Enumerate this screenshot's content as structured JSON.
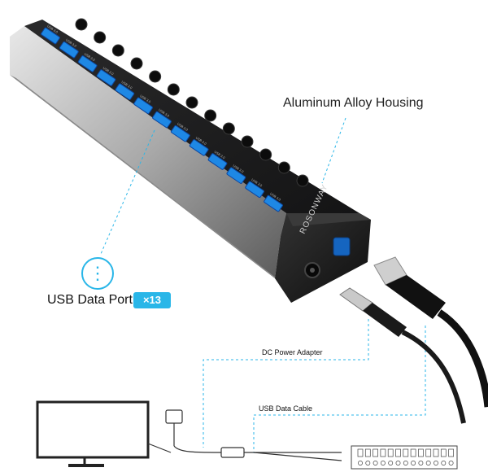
{
  "callouts": {
    "housing": "Aluminum Alloy Housing",
    "ports": "USB Data Port",
    "ports_badge": "×13",
    "dc_adapter": "DC Power Adapter",
    "usb_cable": "USB Data Cable"
  },
  "hub": {
    "brand": "ROSONWAY",
    "port_label": "USB 3.0",
    "port_count": 13
  },
  "colors": {
    "accent": "#29b6e8",
    "port_blue": "#1e88e5",
    "hub_body": "#1b1b1c"
  },
  "icons": {
    "usb": "usb-symbol-icon"
  }
}
